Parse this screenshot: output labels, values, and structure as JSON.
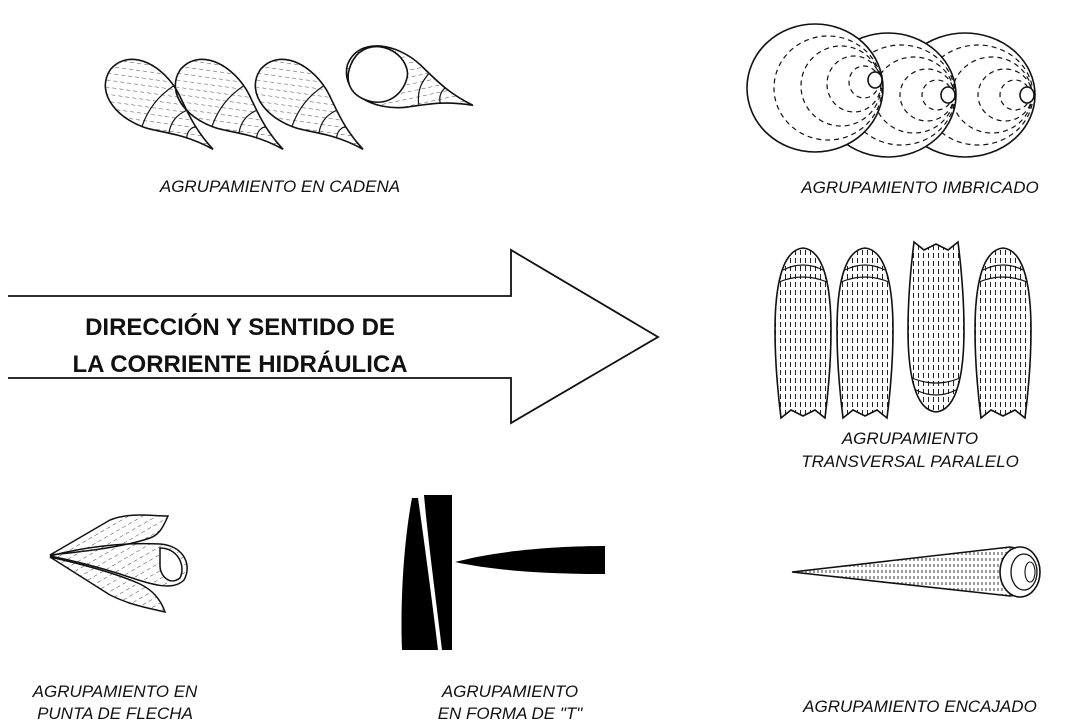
{
  "arrow": {
    "line1": "DIRECCIÓN Y SENTIDO DE",
    "line2": "LA CORRIENTE HIDRÁULICA"
  },
  "labels": {
    "chain": "AGRUPAMIENTO EN CADENA",
    "imbricated": "AGRUPAMIENTO  IMBRICADO",
    "transverse_line1": "AGRUPAMIENTO",
    "transverse_line2": "TRANSVERSAL PARALELO",
    "arrowhead_line1": "AGRUPAMIENTO EN",
    "arrowhead_line2": "PUNTA DE FLECHA",
    "t_line1": "AGRUPAMIENTO",
    "t_line2": "EN FORMA DE \"T\"",
    "nested": "AGRUPAMIENTO ENCAJADO"
  }
}
